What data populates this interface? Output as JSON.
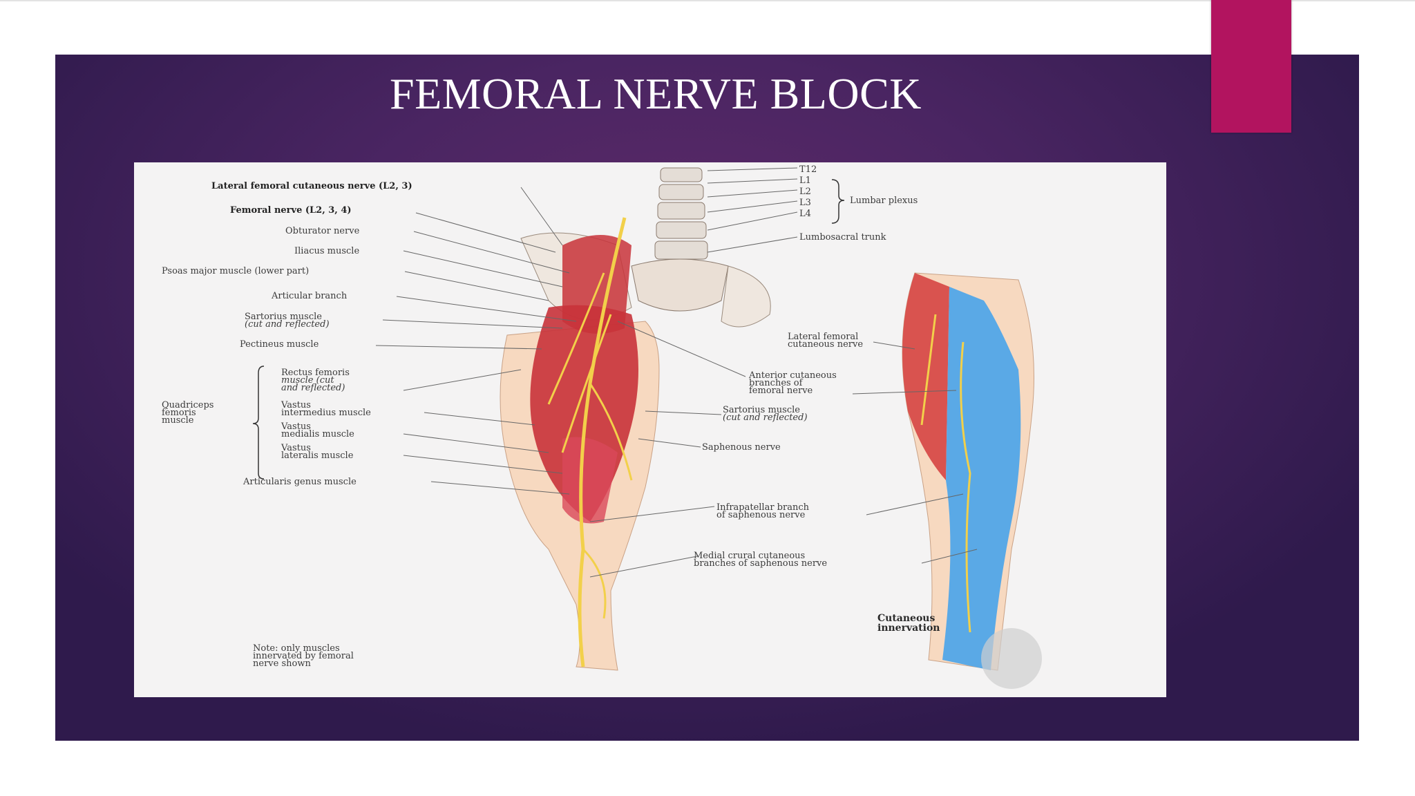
{
  "slide": {
    "title": "FEMORAL NERVE BLOCK",
    "accent_color": "#b2145f",
    "background_color": "#4a2562"
  },
  "figure": {
    "labels": {
      "lfcn": "Lateral femoral cutaneous nerve (L2, 3)",
      "femoral": "Femoral nerve (L2, 3, 4)",
      "obturator": "Obturator nerve",
      "iliacus": "Iliacus muscle",
      "psoas": "Psoas major muscle (lower part)",
      "articular": "Articular branch",
      "sartorius_l1": "Sartorius muscle",
      "sartorius_l2": "(cut and reflected)",
      "pectineus": "Pectineus muscle",
      "rectus_l1": "Rectus femoris",
      "rectus_l2": "muscle (cut",
      "rectus_l3": "and reflected)",
      "quad_l1": "Quadriceps",
      "quad_l2": "femoris",
      "quad_l3": "muscle",
      "vint_l1": "Vastus",
      "vint_l2": "intermedius muscle",
      "vmed_l1": "Vastus",
      "vmed_l2": "medialis muscle",
      "vlat_l1": "Vastus",
      "vlat_l2": "lateralis muscle",
      "artgenus": "Articularis genus muscle",
      "note_l1": "Note: only muscles",
      "note_l2": "innervated by femoral",
      "note_l3": "nerve shown",
      "t12": "T12",
      "l1": "L1",
      "l2": "L2",
      "l3": "L3",
      "l4": "L4",
      "plexus": "Lumbar plexus",
      "lstrunk": "Lumbosacral trunk",
      "lfc_l1": "Lateral femoral",
      "lfc_l2": "cutaneous nerve",
      "acb_l1": "Anterior cutaneous",
      "acb_l2": "branches of",
      "acb_l3": "femoral nerve",
      "sartr_l1": "Sartorius muscle",
      "sartr_l2": "(cut and reflected)",
      "saphenous": "Saphenous nerve",
      "infra_l1": "Infrapatellar branch",
      "infra_l2": "of saphenous nerve",
      "crural_l1": "Medial crural cutaneous",
      "crural_l2": "branches of saphenous nerve",
      "cut_l1": "Cutaneous",
      "cut_l2": "innervation"
    },
    "region_colors": {
      "lateral_femoral_cutaneous": "#d9534f",
      "femoral_saphenous": "#5aa9e6",
      "muscle": "#c8323a",
      "nerve": "#f2d04a",
      "skin": "#f7d9c0"
    }
  }
}
